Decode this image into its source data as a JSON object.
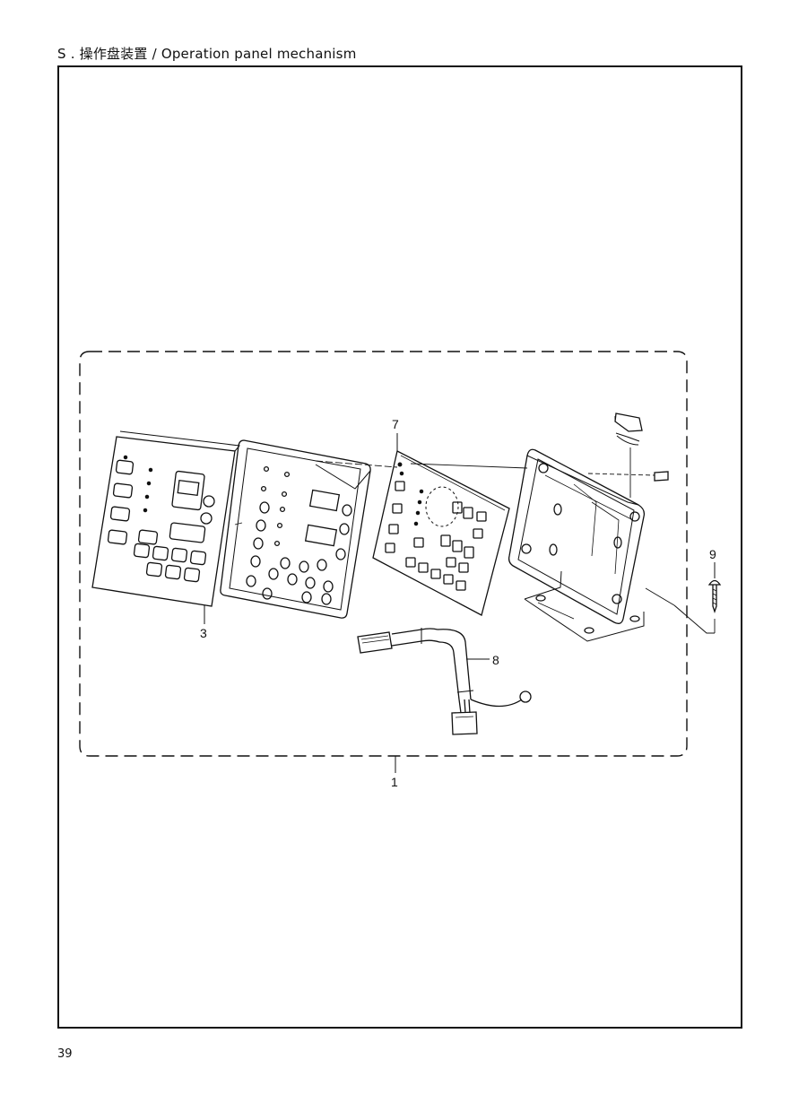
{
  "header": {
    "title": "S . 操作盘装置 / Operation panel mechanism"
  },
  "footer": {
    "page_number": "39"
  },
  "diagram": {
    "callouts": [
      {
        "id": "1",
        "label": "1"
      },
      {
        "id": "3",
        "label": "3"
      },
      {
        "id": "7",
        "label": "7"
      },
      {
        "id": "8",
        "label": "8"
      },
      {
        "id": "9",
        "label": "9"
      }
    ]
  },
  "colors": {
    "ink": "#111111",
    "paper": "#ffffff"
  }
}
